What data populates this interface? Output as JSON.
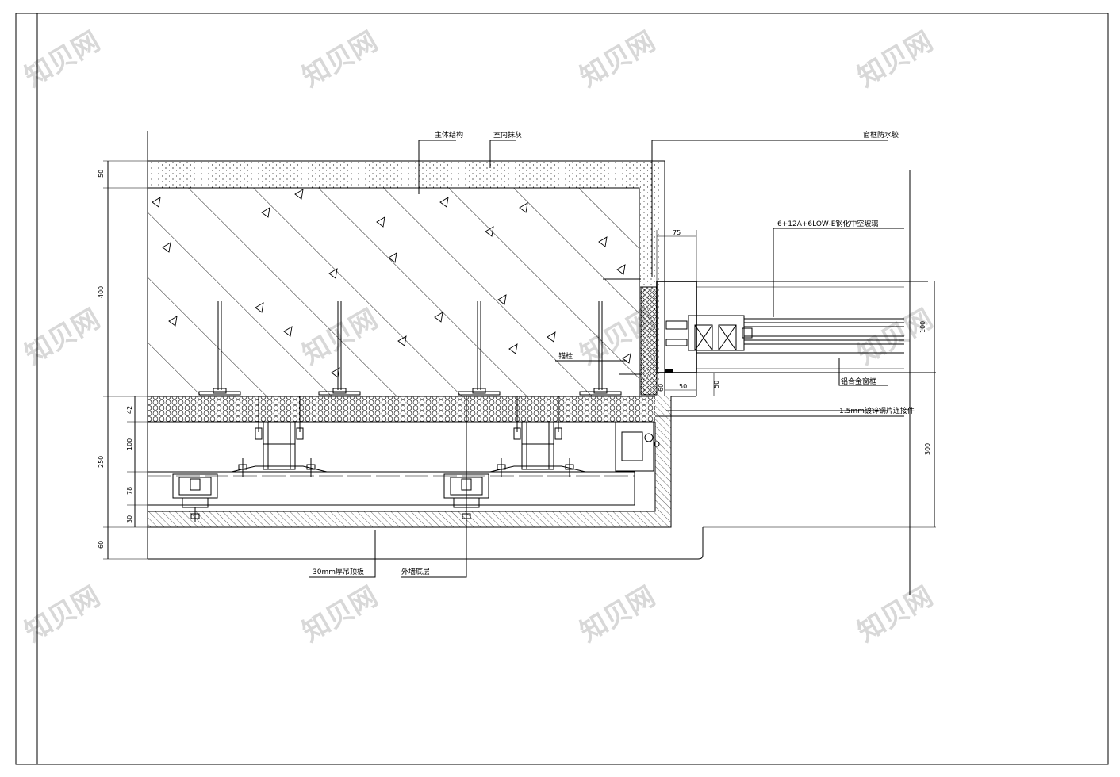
{
  "labels": {
    "main_structure": "主体结构",
    "indoor_finish": "室内抹灰",
    "window_frame_seal": "窗框防水胶",
    "glass_spec": "6+12A+6LOW-E钢化中空玻璃",
    "anchor": "锚栓",
    "alu_window_frame": "铝合金窗框",
    "steel_bracket": "1.5mm镀锌钢片连接件",
    "ceiling_board": "30mm厚吊顶板",
    "base_layer": "外墙底层"
  },
  "dims_left": [
    "50",
    "400",
    "42",
    "100",
    "250",
    "78",
    "30",
    "60"
  ],
  "dims_right": [
    "75",
    "100",
    "50",
    "50",
    "60",
    "300"
  ],
  "watermark": "知贝网"
}
